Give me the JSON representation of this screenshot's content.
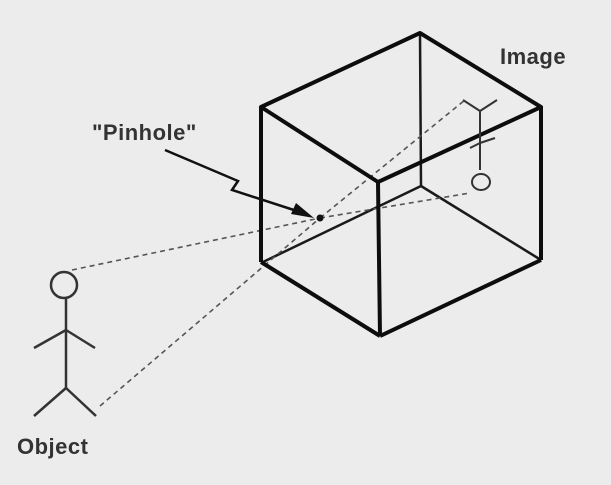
{
  "diagram": {
    "type": "pinhole-camera-model",
    "labels": {
      "image": "Image",
      "pinhole": "\"Pinhole\"",
      "object": "Object"
    },
    "colors": {
      "background": "#ececec",
      "stroke": "#111111",
      "ray": "#444444",
      "text": "#333333"
    },
    "elements": [
      "camera-box (cube)",
      "pinhole-arrow",
      "object-stick-figure",
      "inverted-image-stick-figure",
      "light-rays (dotted)"
    ]
  }
}
